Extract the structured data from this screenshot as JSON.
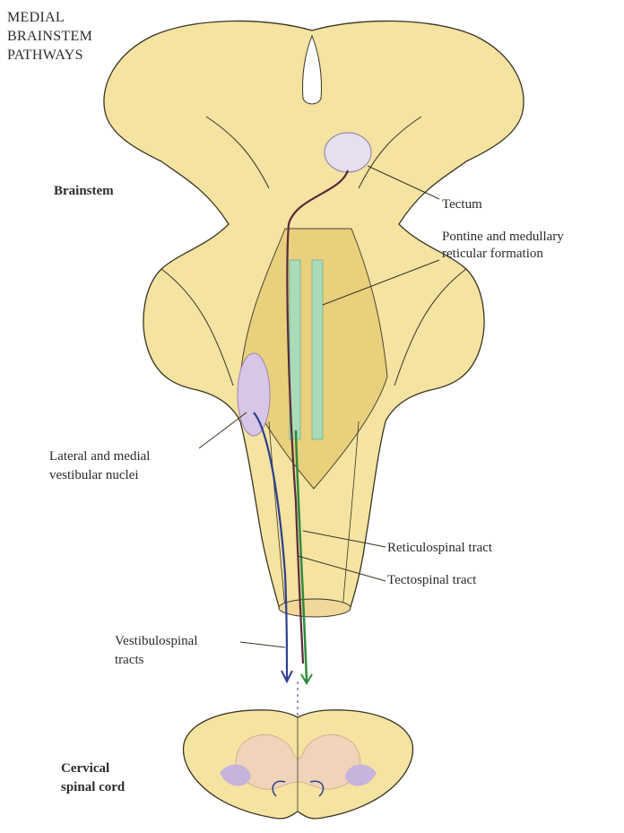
{
  "title_lines": [
    "MEDIAL",
    "BRAINSTEM",
    "PATHWAYS"
  ],
  "labels": {
    "brainstem": "Brainstem",
    "tectum": "Tectum",
    "reticular_formation": [
      "Pontine and medullary",
      "reticular formation"
    ],
    "vestibular_nuclei": [
      "Lateral and medial",
      "vestibular nuclei"
    ],
    "reticulospinal": "Reticulospinal tract",
    "tectospinal": "Tectospinal tract",
    "vestibulospinal": [
      "Vestibulospinal",
      "tracts"
    ],
    "cervical": [
      "Cervical",
      "spinal cord"
    ]
  },
  "colors": {
    "tissue": "#f4e3a1",
    "tissue_shadow": "#e8cf78",
    "outline": "#3a3424",
    "reticular_band": "#a9dbb8",
    "nucleus": "#d8c6e6",
    "tectospinal_tract": "#5a2a3a",
    "reticulospinal_tract": "#2f8a3c",
    "vestibulospinal_tract": "#2f3f8f",
    "gray_matter": "#f0d3b8"
  }
}
